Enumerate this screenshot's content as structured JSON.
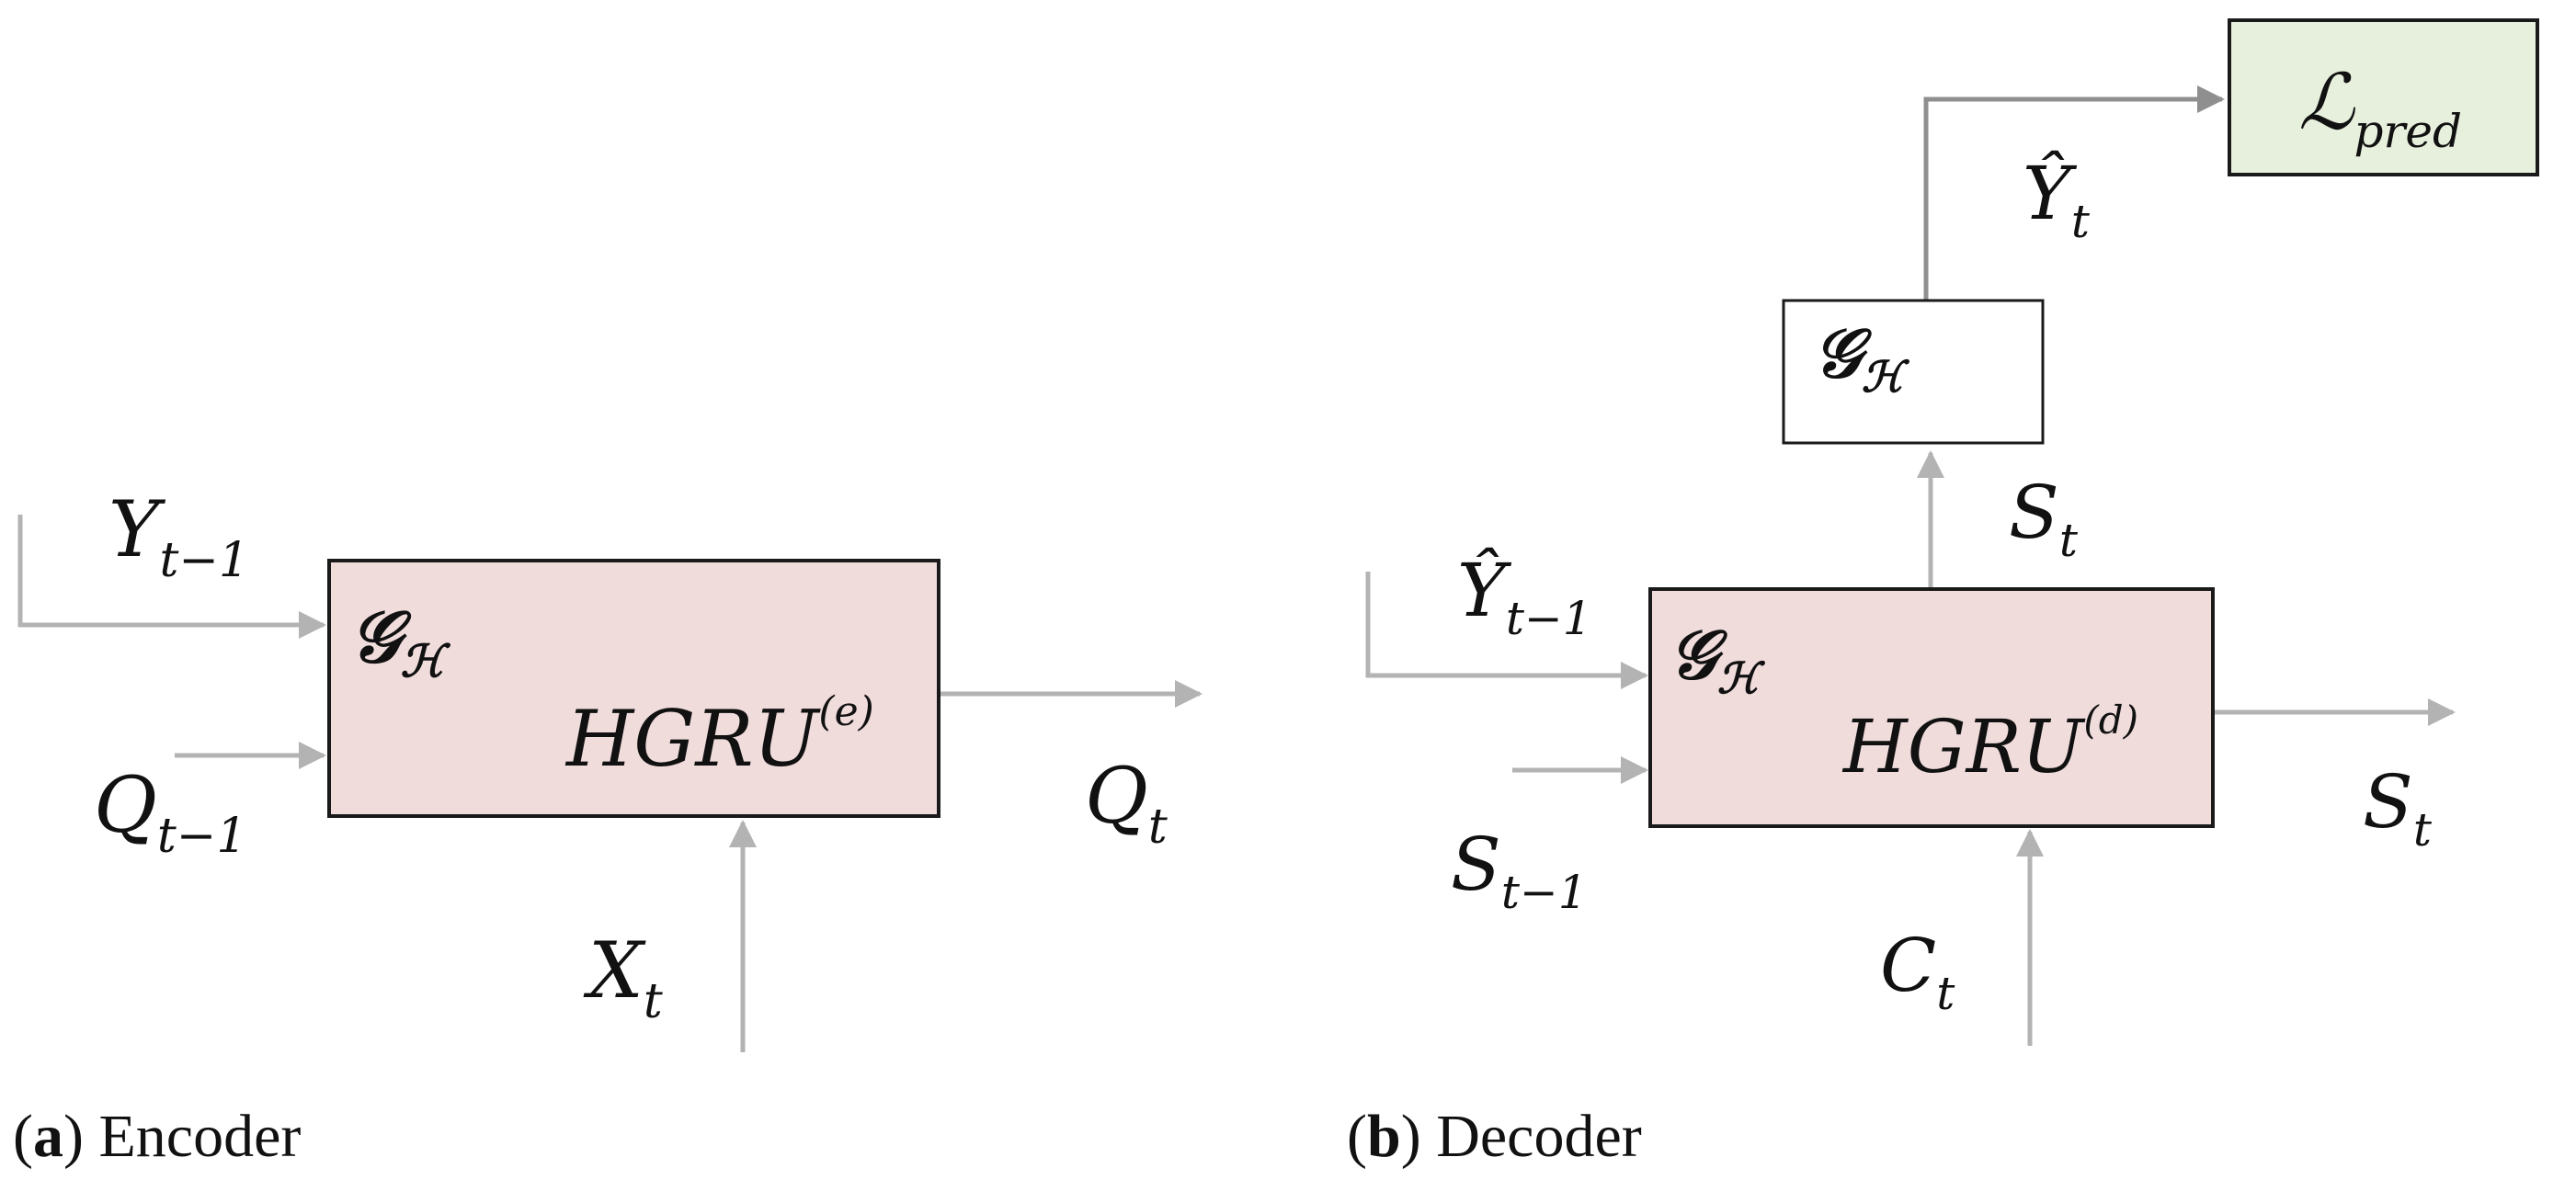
{
  "encoder": {
    "caption_letter": "a",
    "caption_text": "Encoder",
    "cell_label": "HGRU",
    "cell_sup": "(e)",
    "graph_label": "𝒢",
    "graph_sub": "ℋ",
    "inputs": {
      "y_prev": {
        "base": "Y",
        "sub": "t−1"
      },
      "q_prev": {
        "base": "Q",
        "sub": "t−1"
      },
      "x": {
        "base": "X",
        "sub": "t"
      }
    },
    "outputs": {
      "q": {
        "base": "Q",
        "sub": "t"
      }
    }
  },
  "decoder": {
    "caption_letter": "b",
    "caption_text": "Decoder",
    "cell_label": "HGRU",
    "cell_sup": "(d)",
    "graph_label": "𝒢",
    "graph_sub": "ℋ",
    "inputs": {
      "yhat_prev": {
        "base": "Ŷ",
        "sub": "t−1"
      },
      "s_prev": {
        "base": "S",
        "sub": "t−1"
      },
      "c": {
        "base": "C",
        "sub": "t"
      }
    },
    "outputs": {
      "s_up": {
        "base": "S",
        "sub": "t"
      },
      "s_right": {
        "base": "S",
        "sub": "t"
      },
      "yhat": {
        "base": "Ŷ",
        "sub": "t"
      }
    },
    "graph_box": {
      "label": "𝒢",
      "sub": "ℋ"
    },
    "loss_box": {
      "label": "ℒ",
      "sub": "pred"
    }
  }
}
